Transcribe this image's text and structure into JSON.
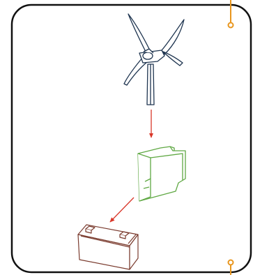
{
  "diagram": {
    "colors": {
      "frame": "#111111",
      "connector": "#e8961e",
      "turbine": "#1f3550",
      "arrow": "#d9372a",
      "controller": "#5fa843",
      "battery": "#7a3b2e"
    },
    "nodes": [
      {
        "id": "wind-turbine",
        "icon": "wind-turbine-icon"
      },
      {
        "id": "charge-controller",
        "icon": "charge-controller-icon"
      },
      {
        "id": "battery",
        "icon": "battery-icon"
      }
    ],
    "edges": [
      {
        "from": "wind-turbine",
        "to": "charge-controller"
      },
      {
        "from": "charge-controller",
        "to": "battery"
      }
    ],
    "connectors": [
      {
        "id": "top-right-terminal"
      },
      {
        "id": "bottom-right-terminal"
      }
    ]
  }
}
